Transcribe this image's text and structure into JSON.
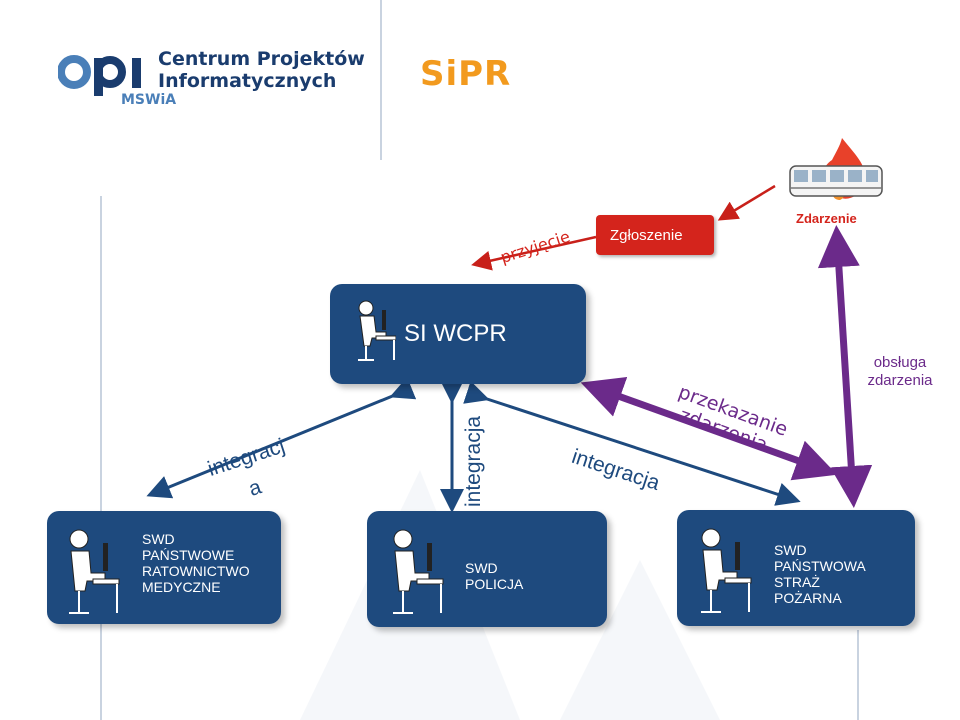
{
  "logos": {
    "cpi_org_line1": "Centrum Projektów",
    "cpi_org_line2": "Informatycznych",
    "cpi_sub": "MSWiA",
    "sipr": "SiPR"
  },
  "nodes": {
    "wcpr": "SI WCPR",
    "med": "SWD\nPAŃSTWOWE\nRATOWNICTWO\nMEDYCZNE",
    "pol": "SWD\nPOLICJA",
    "psp": "SWD\nPAŃSTWOWA\nSTRAŻ\nPOŻARNA"
  },
  "event": {
    "report": "Zgłoszenie",
    "incident": "Zdarzenie"
  },
  "edges": {
    "receive": "przyjęcie",
    "integration_left_1": "integracj",
    "integration_left_2": "a",
    "integration_mid": "integracja",
    "integration_right": "integracja",
    "handover_1": "przekazanie",
    "handover_2": "zdarzenia",
    "handling_1": "obsługa",
    "handling_2": "zdarzenia"
  },
  "colors": {
    "box": "#1e4a7e",
    "report": "#d4241c",
    "purple": "#6b2a8a",
    "logo_orange": "#f29a1e",
    "logo_blue": "#1a3c6e"
  },
  "icons": [
    "person-at-desk-icon",
    "fire-truck-icon",
    "flame-icon",
    "cpi-logo-icon"
  ]
}
